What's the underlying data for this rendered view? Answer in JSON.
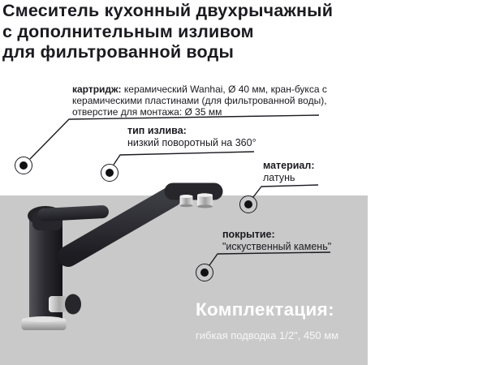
{
  "title": "Смеситель кухонный двухрычажный\nс дополнительным изливом\nдля фильтрованной воды",
  "callouts": {
    "cartridge": {
      "label": "картридж:",
      "text": " керамический Wanhai, Ø 40 мм, кран-букса с керамическими пластинами (для фильтрованной воды), отверстие для монтажа: Ø 35 мм"
    },
    "spout_type": {
      "label": "тип излива:",
      "text": "низкий поворотный на 360°"
    },
    "material": {
      "label": "материал:",
      "text": "латунь"
    },
    "coating": {
      "label": "покрытие:",
      "text": "\"искуственный камень\""
    }
  },
  "package": {
    "heading": "Комплектация:",
    "text": "гибкая подводка 1/2\", 450 мм"
  },
  "colors": {
    "text_dark": "#1a1a20",
    "panel_gray": "#c9c9c9",
    "accent_white": "#ffffff",
    "faucet_black": "#26262b",
    "chrome": "#b9b9b9"
  }
}
